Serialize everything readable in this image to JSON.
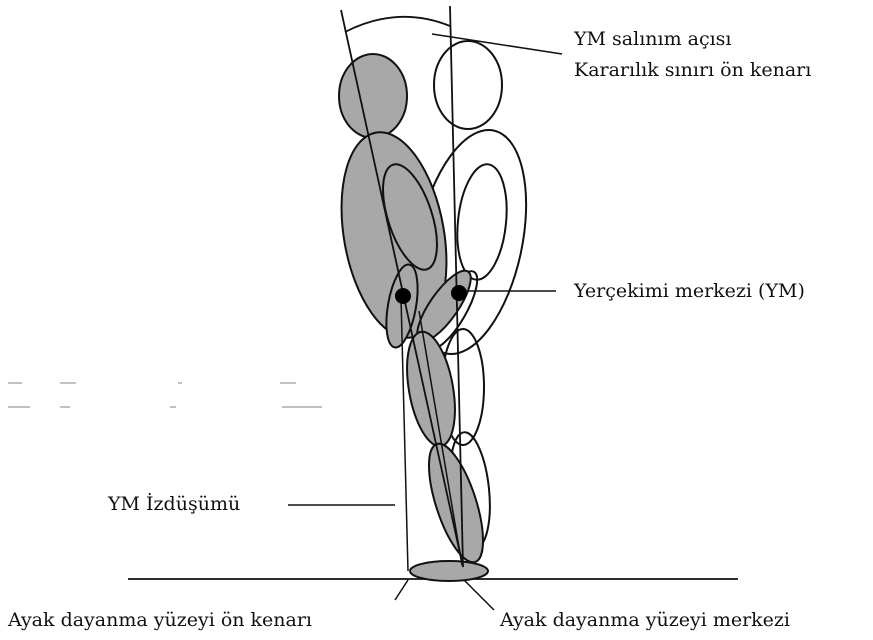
{
  "labels": {
    "sway_angle": "YM salınım açısı",
    "stability_limit_front": "Kararılık sınırı ön kenarı",
    "center_of_gravity": "Yerçekimi merkezi (YM)",
    "cog_projection": "YM İzdüşümü",
    "support_front_edge": "Ayak dayanma yüzeyi ön kenarı",
    "support_center": "Ayak dayanma yüzeyi merkezi"
  },
  "colors": {
    "leaning_figure_fill": "#a8a8a8",
    "outline": "#111111"
  }
}
